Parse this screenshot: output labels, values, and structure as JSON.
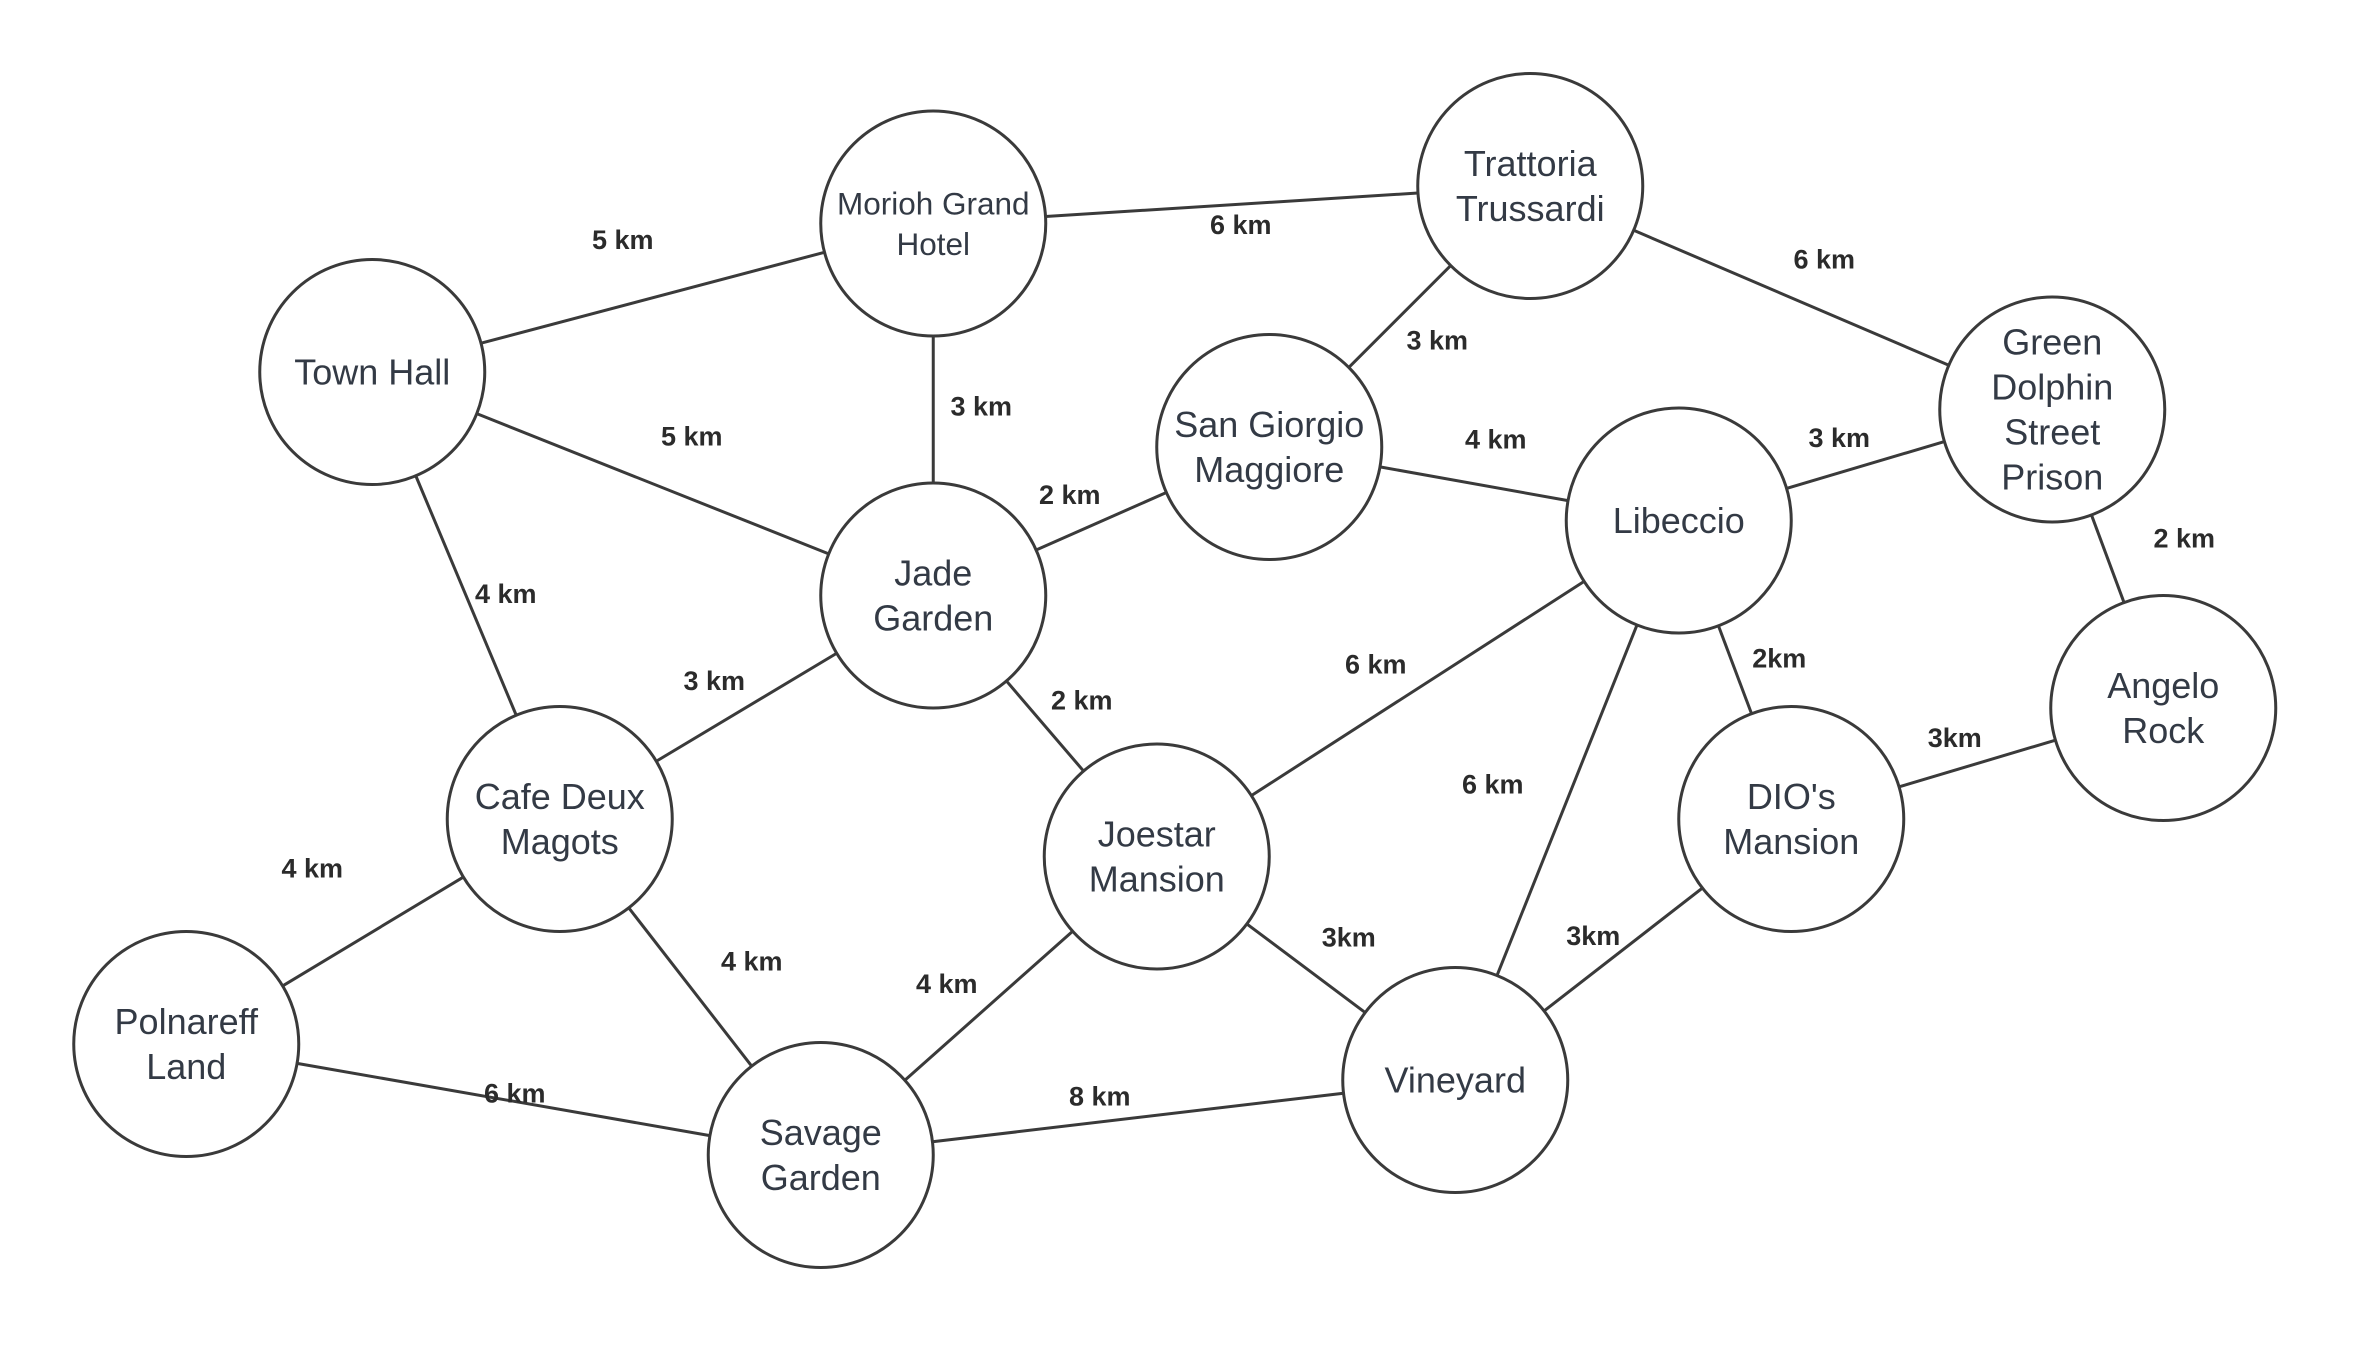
{
  "nodes": [
    {
      "id": "town_hall",
      "lines": [
        "Town Hall"
      ]
    },
    {
      "id": "morioh_grand_hotel",
      "lines": [
        "Morioh Grand",
        "Hotel"
      ]
    },
    {
      "id": "trattoria_trussardi",
      "lines": [
        "Trattoria",
        "Trussardi"
      ]
    },
    {
      "id": "green_dolphin_street_prison",
      "lines": [
        "Green",
        "Dolphin",
        "Street",
        "Prison"
      ]
    },
    {
      "id": "san_giorgio_maggiore",
      "lines": [
        "San Giorgio",
        "Maggiore"
      ]
    },
    {
      "id": "jade_garden",
      "lines": [
        "Jade",
        "Garden"
      ]
    },
    {
      "id": "libeccio",
      "lines": [
        "Libeccio"
      ]
    },
    {
      "id": "angelo_rock",
      "lines": [
        "Angelo",
        "Rock"
      ]
    },
    {
      "id": "cafe_deux_magots",
      "lines": [
        "Cafe Deux",
        "Magots"
      ]
    },
    {
      "id": "joestar_mansion",
      "lines": [
        "Joestar",
        "Mansion"
      ]
    },
    {
      "id": "dios_mansion",
      "lines": [
        "DIO's",
        "Mansion"
      ]
    },
    {
      "id": "polnareff_land",
      "lines": [
        "Polnareff",
        "Land"
      ]
    },
    {
      "id": "savage_garden",
      "lines": [
        "Savage",
        "Garden"
      ]
    },
    {
      "id": "vineyard",
      "lines": [
        "Vineyard"
      ]
    }
  ],
  "edges": [
    {
      "from": "town_hall",
      "to": "morioh_grand_hotel",
      "label": "5 km"
    },
    {
      "from": "morioh_grand_hotel",
      "to": "trattoria_trussardi",
      "label": "6 km"
    },
    {
      "from": "trattoria_trussardi",
      "to": "green_dolphin_street_prison",
      "label": "6 km"
    },
    {
      "from": "morioh_grand_hotel",
      "to": "jade_garden",
      "label": "3 km"
    },
    {
      "from": "town_hall",
      "to": "jade_garden",
      "label": "5 km"
    },
    {
      "from": "trattoria_trussardi",
      "to": "san_giorgio_maggiore",
      "label": "3 km"
    },
    {
      "from": "san_giorgio_maggiore",
      "to": "jade_garden",
      "label": "2 km"
    },
    {
      "from": "san_giorgio_maggiore",
      "to": "libeccio",
      "label": "4 km"
    },
    {
      "from": "libeccio",
      "to": "green_dolphin_street_prison",
      "label": "3 km"
    },
    {
      "from": "green_dolphin_street_prison",
      "to": "angelo_rock",
      "label": "2 km"
    },
    {
      "from": "town_hall",
      "to": "cafe_deux_magots",
      "label": "4 km"
    },
    {
      "from": "jade_garden",
      "to": "cafe_deux_magots",
      "label": "3 km"
    },
    {
      "from": "jade_garden",
      "to": "joestar_mansion",
      "label": "2 km"
    },
    {
      "from": "libeccio",
      "to": "joestar_mansion",
      "label": "6 km"
    },
    {
      "from": "libeccio",
      "to": "dios_mansion",
      "label": "2km"
    },
    {
      "from": "dios_mansion",
      "to": "angelo_rock",
      "label": "3km"
    },
    {
      "from": "libeccio",
      "to": "vineyard",
      "label": "6 km"
    },
    {
      "from": "cafe_deux_magots",
      "to": "polnareff_land",
      "label": "4 km"
    },
    {
      "from": "cafe_deux_magots",
      "to": "savage_garden",
      "label": "4 km"
    },
    {
      "from": "joestar_mansion",
      "to": "savage_garden",
      "label": "4 km"
    },
    {
      "from": "joestar_mansion",
      "to": "vineyard",
      "label": "3km"
    },
    {
      "from": "dios_mansion",
      "to": "vineyard",
      "label": "3km"
    },
    {
      "from": "polnareff_land",
      "to": "savage_garden",
      "label": "6 km"
    },
    {
      "from": "savage_garden",
      "to": "vineyard",
      "label": "8 km"
    }
  ]
}
